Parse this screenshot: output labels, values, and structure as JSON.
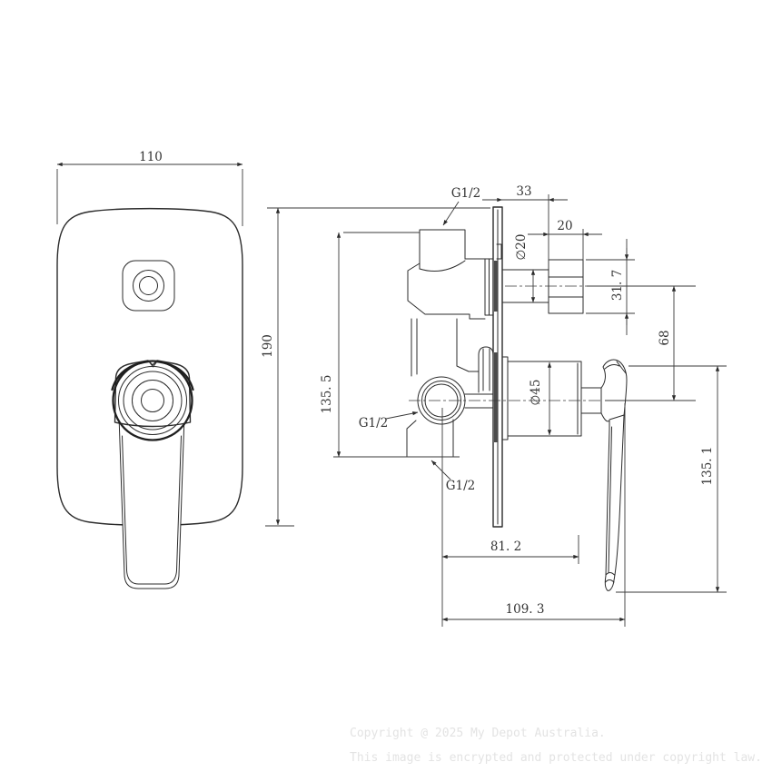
{
  "front_view": {
    "plate_width": "110",
    "plate_height": "190"
  },
  "side_view": {
    "wall_to_knob_face": "33",
    "knob_depth": "20",
    "knob_diameter": "∅20",
    "knob_height": "31. 7",
    "axis_offset": "68",
    "trim_diameter": "∅45",
    "body_span": "135. 5",
    "handle_length": "135. 1",
    "projection_to_trim": "81. 2",
    "projection_total": "109. 3",
    "thread_top": "G1/2",
    "thread_side": "G1/2",
    "thread_bottom": "G1/2"
  },
  "watermark": {
    "line1": "Copyright @ 2025 My Depot Australia.",
    "line2": "This image is encrypted and protected under copyright law."
  },
  "colors": {
    "line": "#2b2b2b",
    "dimension_text": "#333333",
    "watermark": "#e3e3e3",
    "background": "#ffffff"
  }
}
